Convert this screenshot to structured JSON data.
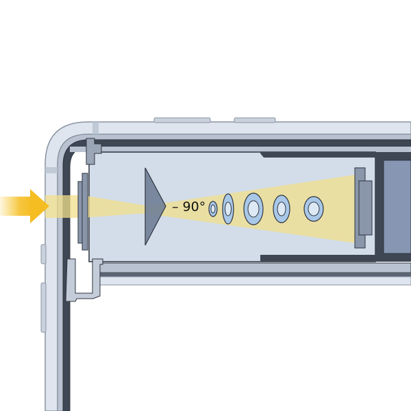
{
  "diagram": {
    "type": "periscope-camera-cross-section",
    "annotations": {
      "angle_label": "– 90°"
    },
    "elements": [
      {
        "name": "incoming-light-arrow",
        "color": "#f5c02a"
      },
      {
        "name": "entry-window"
      },
      {
        "name": "prism",
        "color": "#6f7e96"
      },
      {
        "name": "light-beam",
        "color": "#f2df8a"
      },
      {
        "name": "lens-group",
        "count": 5,
        "fill": "#a9c8e8",
        "inner": "#dce8f3"
      },
      {
        "name": "image-sensor"
      },
      {
        "name": "display-panel",
        "color": "#8797b3"
      }
    ],
    "colors": {
      "frame_light": "#dfe5ee",
      "frame_mid": "#b8c2d0",
      "frame_dark": "#3f4754",
      "housing_fill": "#d3dde9",
      "outline": "#2e3440"
    }
  }
}
